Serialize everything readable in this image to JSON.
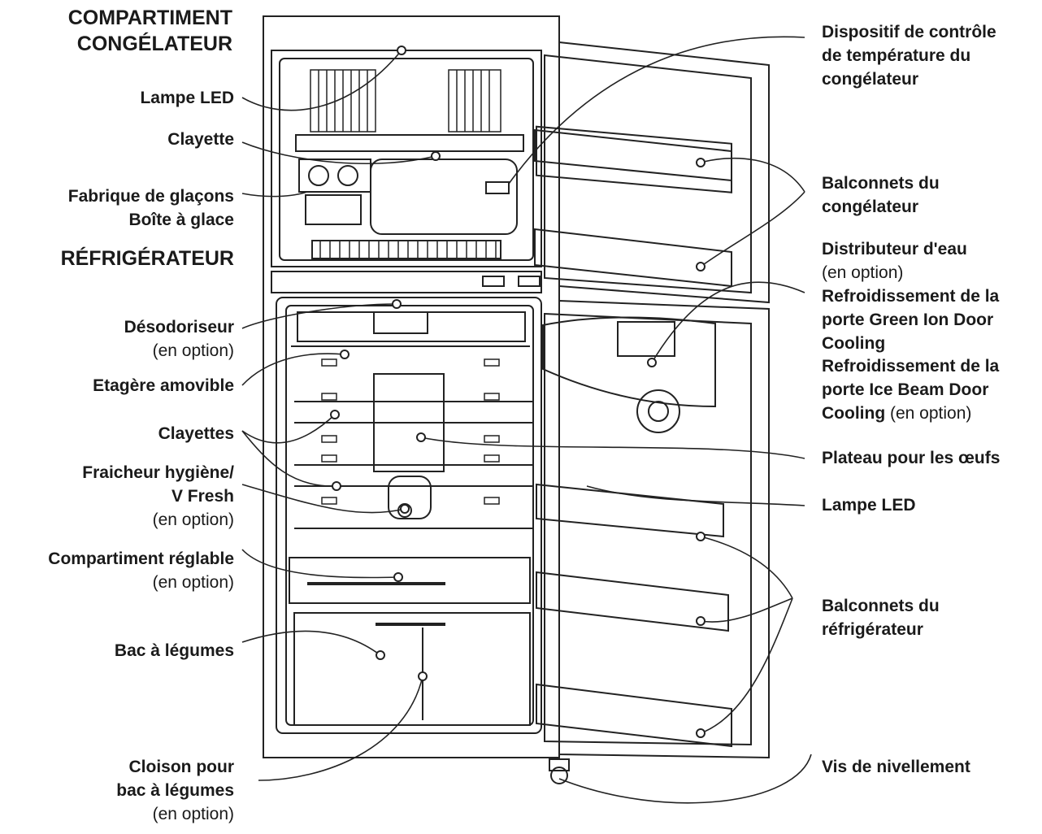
{
  "headings": {
    "freezer_1": "COMPARTIMENT",
    "freezer_2": "CONGÉLATEUR",
    "fridge": "RÉFRIGÉRATEUR"
  },
  "left_labels": {
    "lampe_led": "Lampe LED",
    "clayette": "Clayette",
    "fabrique": "Fabrique de glaçons",
    "boite": "Boîte à glace",
    "desodoriseur": "Désodoriseur",
    "desodoriseur_opt": "(en option)",
    "etagere": "Etagère amovible",
    "clayettes": "Clayettes",
    "fraicheur_1": "Fraicheur hygiène/",
    "fraicheur_2": "V Fresh",
    "fraicheur_opt": "(en option)",
    "compartiment": "Compartiment réglable",
    "compartiment_opt": "(en option)",
    "bac": "Bac à légumes",
    "cloison_1": "Cloison pour",
    "cloison_2": "bac à légumes",
    "cloison_opt": "(en option)"
  },
  "right_labels": {
    "dispositif_1": "Dispositif de contrôle",
    "dispositif_2": "de température du",
    "dispositif_3": "congélateur",
    "balconnets_cong_1": "Balconnets du",
    "balconnets_cong_2": "congélateur",
    "distributeur": "Distributeur d'eau",
    "distributeur_opt": "(en option)",
    "green_1": "Refroidissement de la",
    "green_2": "porte Green Ion Door",
    "green_3": "Cooling",
    "ice_1": "Refroidissement de la",
    "ice_2": "porte Ice Beam Door",
    "ice_3": "Cooling",
    "ice_opt": " (en option)",
    "plateau": "Plateau pour les œufs",
    "lampe_led": "Lampe LED",
    "balconnets_ref_1": "Balconnets du",
    "balconnets_ref_2": "réfrigérateur",
    "vis": "Vis de nivellement"
  }
}
